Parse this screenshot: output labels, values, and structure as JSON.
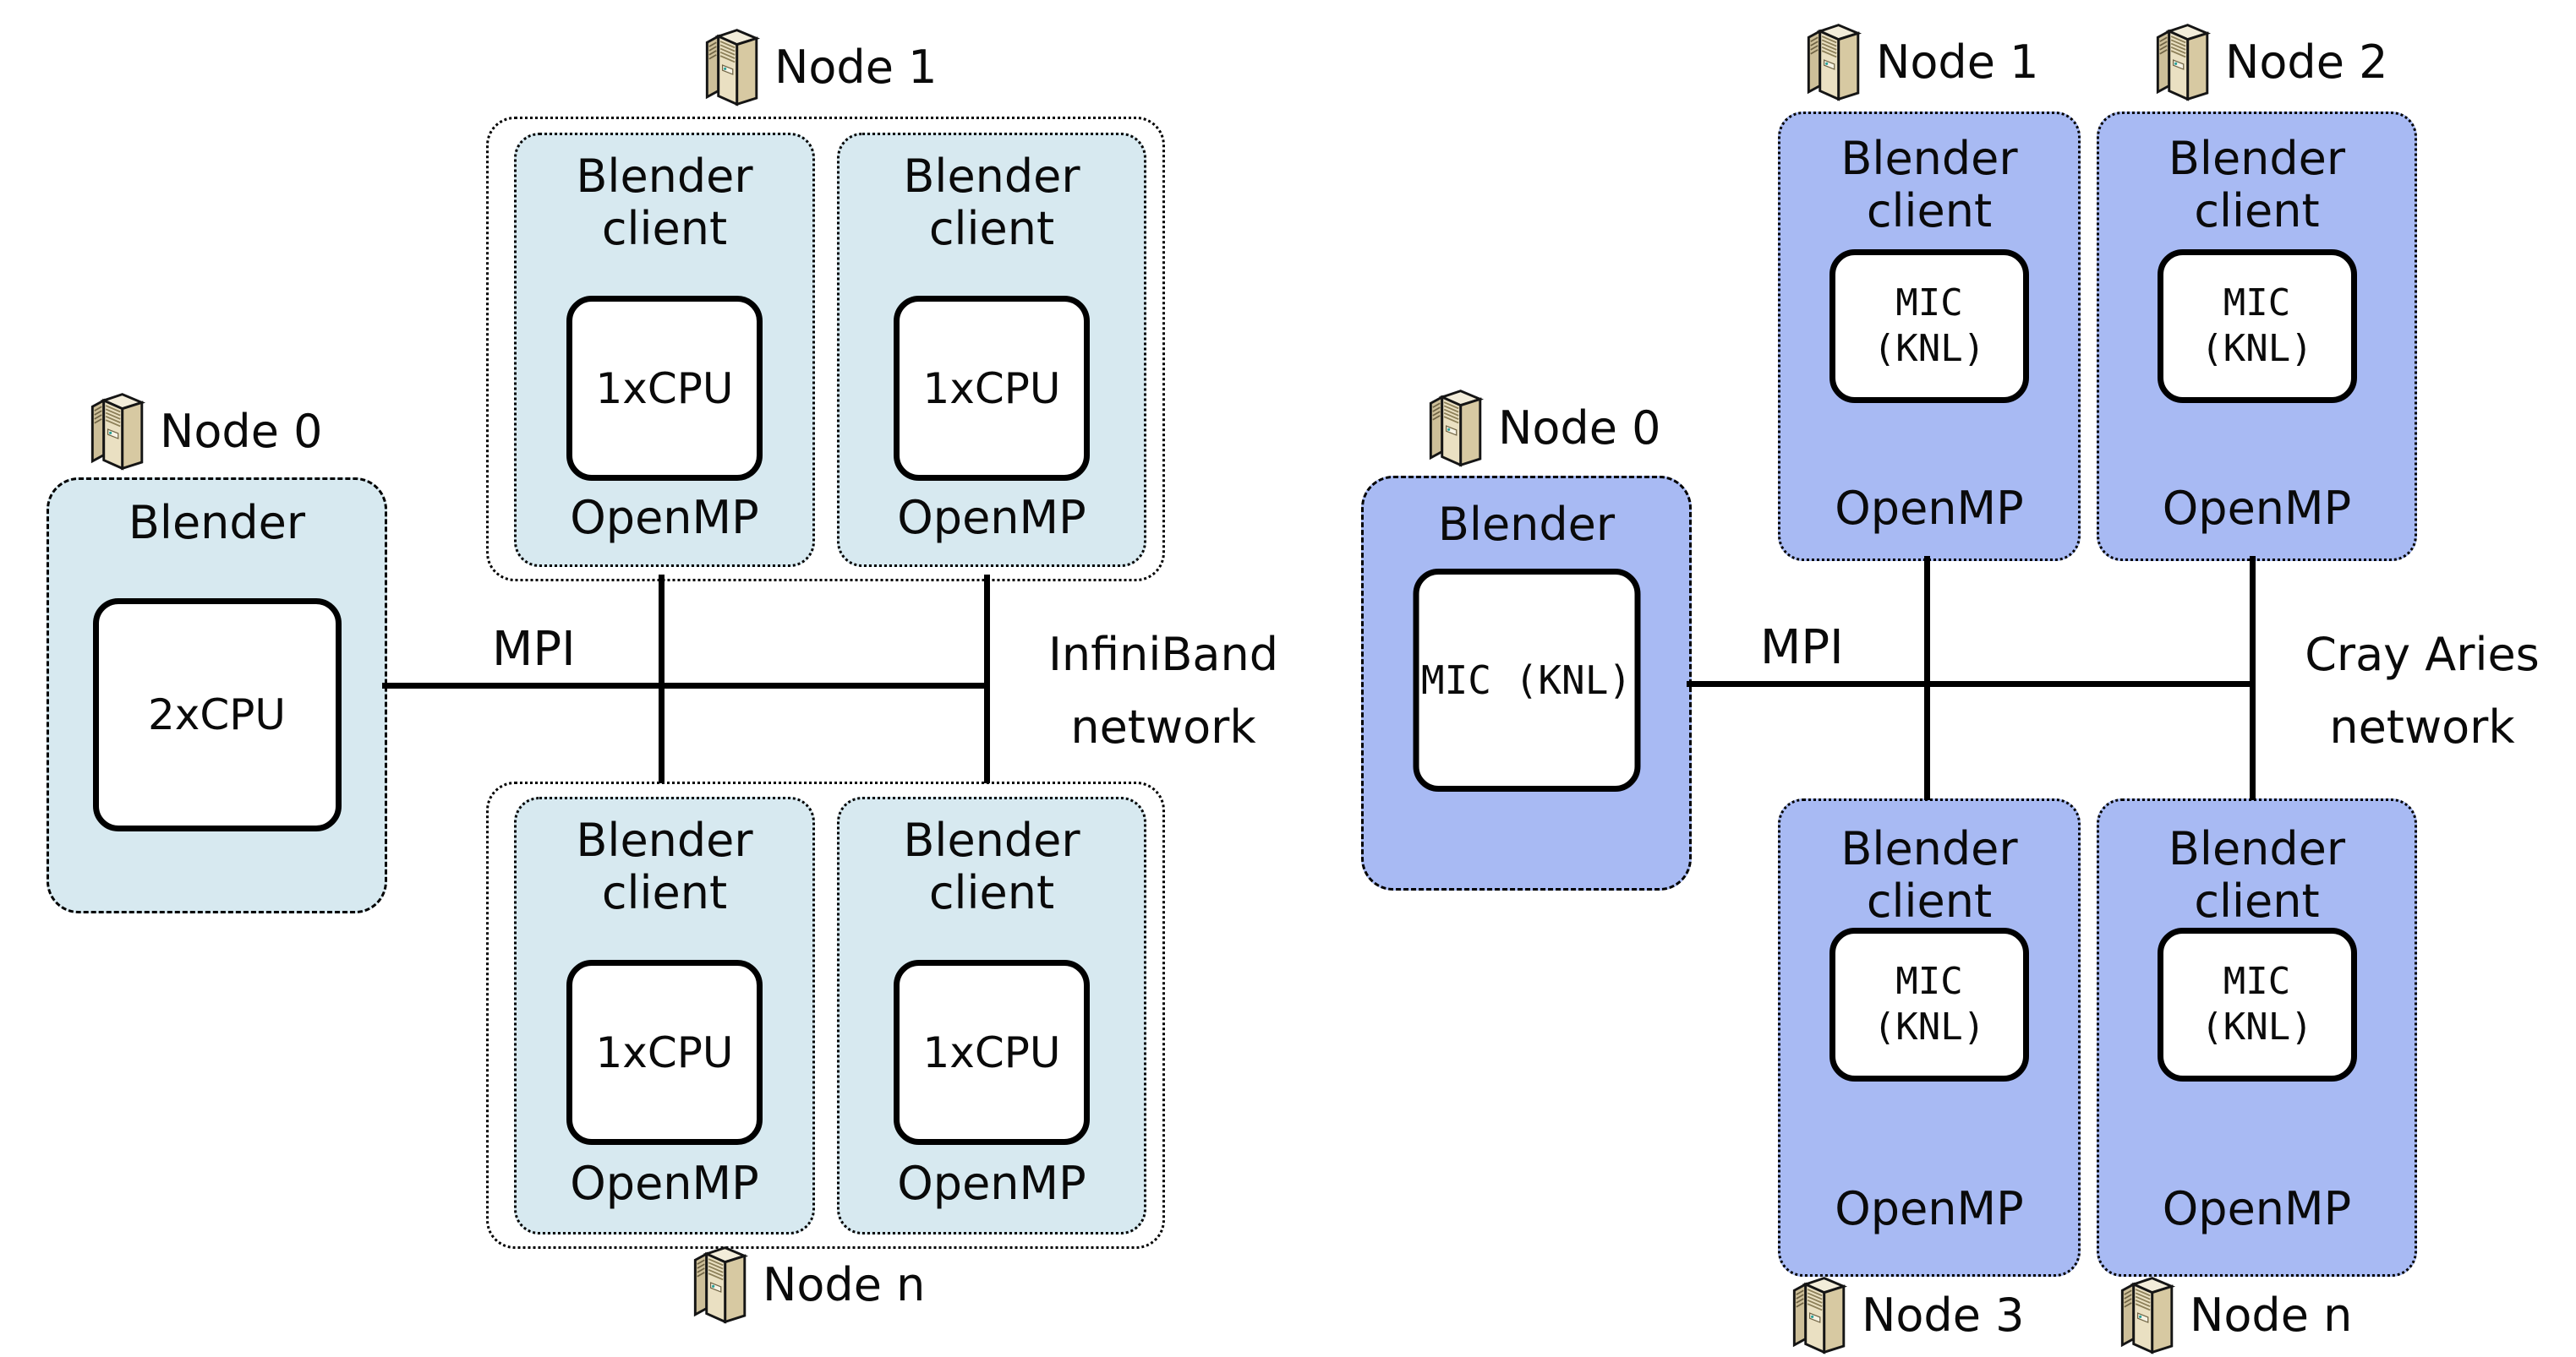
{
  "colors": {
    "left_fill": "#d7e9f0",
    "right_fill": "#a8baf3",
    "stroke": "#000000",
    "background": "#ffffff"
  },
  "left": {
    "node0": {
      "label": "Node 0",
      "app": "Blender",
      "device": "2xCPU"
    },
    "groups": [
      {
        "label": "Node 1",
        "clients": [
          {
            "title": "Blender client",
            "device": "1xCPU",
            "runtime": "OpenMP"
          },
          {
            "title": "Blender client",
            "device": "1xCPU",
            "runtime": "OpenMP"
          }
        ]
      },
      {
        "label": "Node n",
        "clients": [
          {
            "title": "Blender client",
            "device": "1xCPU",
            "runtime": "OpenMP"
          },
          {
            "title": "Blender client",
            "device": "1xCPU",
            "runtime": "OpenMP"
          }
        ]
      }
    ],
    "mpi_label": "MPI",
    "network_label": "InfiniBand network"
  },
  "right": {
    "node0": {
      "label": "Node 0",
      "app": "Blender",
      "device": "MIC (KNL)"
    },
    "clients": [
      {
        "node_label": "Node 1",
        "title": "Blender client",
        "device": "MIC (KNL)",
        "runtime": "OpenMP"
      },
      {
        "node_label": "Node 2",
        "title": "Blender client",
        "device": "MIC (KNL)",
        "runtime": "OpenMP"
      },
      {
        "node_label": "Node 3",
        "title": "Blender client",
        "device": "MIC (KNL)",
        "runtime": "OpenMP"
      },
      {
        "node_label": "Node n",
        "title": "Blender client",
        "device": "MIC (KNL)",
        "runtime": "OpenMP"
      }
    ],
    "mpi_label": "MPI",
    "network_label": "Cray Aries network"
  }
}
